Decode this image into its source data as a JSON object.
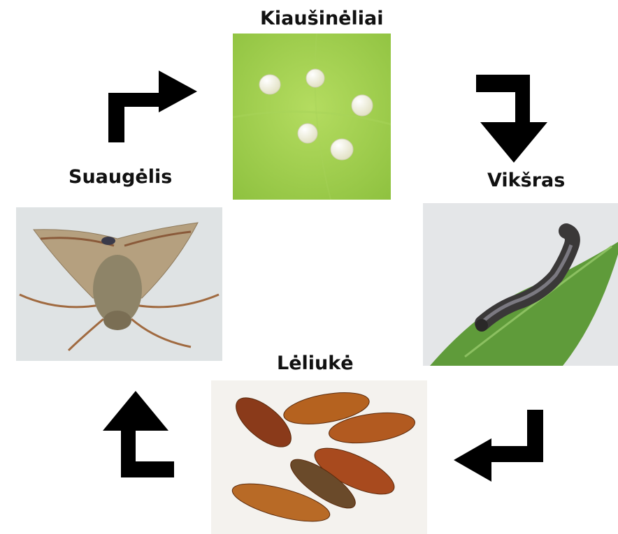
{
  "stages": {
    "eggs": {
      "label": "Kiaušinėliai"
    },
    "larva": {
      "label": "Vikšras"
    },
    "pupa": {
      "label": "Lėliukė"
    },
    "adult": {
      "label": "Suaugėlis"
    }
  },
  "colors": {
    "arrow": "#000000",
    "leaf": "#9bcc4a",
    "egg": "#f2f1dc",
    "pupa": "#a04e1e",
    "moth": "#b09a78"
  },
  "icons": [
    "egg-photo",
    "caterpillar-photo",
    "pupa-photo",
    "moth-photo",
    "arrow-icon"
  ]
}
